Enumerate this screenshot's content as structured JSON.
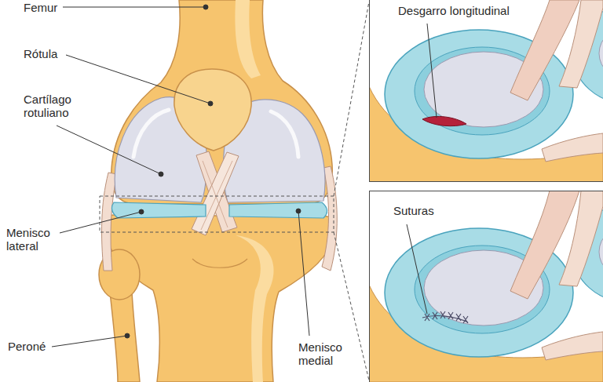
{
  "diagram": {
    "nodes": [
      {
        "text": [
          "Desgarro longitudinal"
        ]
      },
      {
        "text": [
          "Suturas"
        ]
      }
    ],
    "labels": [
      "Femur",
      "Rótula",
      "Cartílago rotuliano",
      "Menisco lateral",
      "Peroné",
      "Menisco medial"
    ]
  }
}
